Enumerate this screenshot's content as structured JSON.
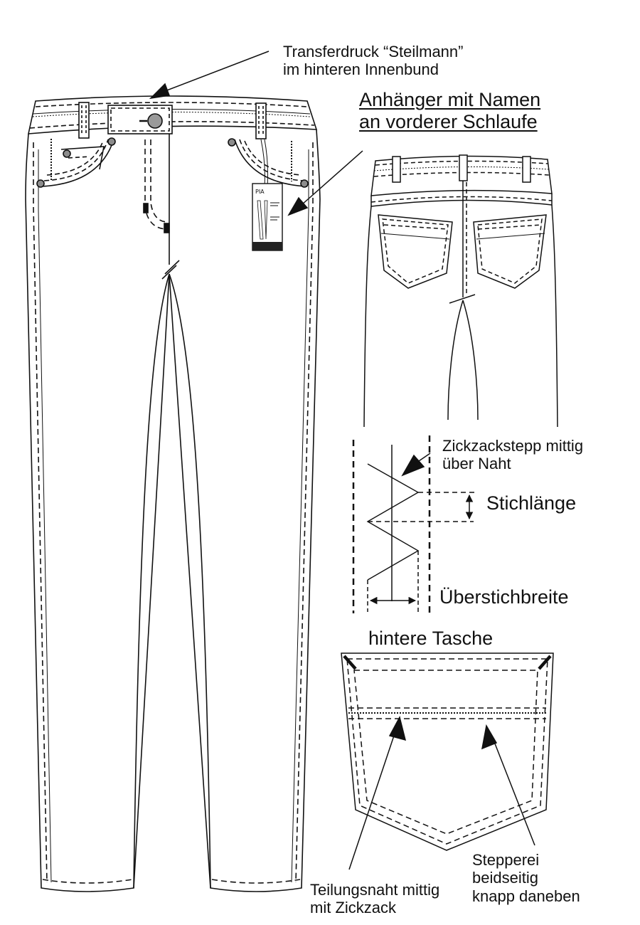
{
  "annotations": {
    "transfer_print": [
      "Transferdruck “Steilmann”",
      "im hinteren Innenbund"
    ],
    "hang_tag": [
      "Anhänger mit Namen",
      "an vorderer Schlaufe"
    ],
    "zigzag": [
      "Zickzackstepp mittig",
      "über Naht"
    ],
    "stitch_length": "Stichlänge",
    "overstitch_width": "Überstichbreite",
    "back_pocket_title": "hintere Tasche",
    "seam_note": [
      "Teilungsnaht mittig",
      "mit Zickzack"
    ],
    "topstitch_note": [
      "Stepperei",
      "beidseitig",
      "knapp daneben"
    ]
  },
  "hang_tag_card": {
    "name": "PIA"
  },
  "colors": {
    "line": "#111111",
    "background": "#ffffff",
    "button": "#9a9a9a",
    "rivet": "#8c8c8c"
  }
}
